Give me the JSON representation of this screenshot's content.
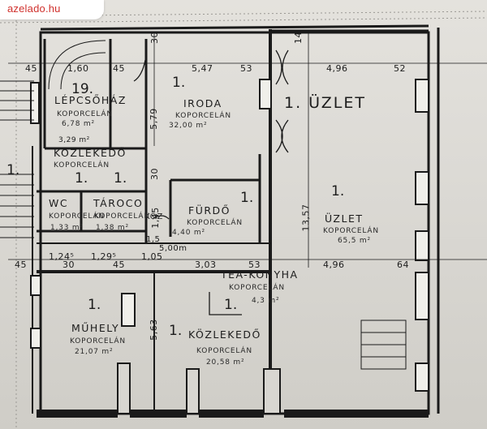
{
  "watermark": "azelado.hu",
  "dims_top": {
    "d45a": "45",
    "d160": "1,60",
    "d45b": "45",
    "d547": "5,47",
    "d53": "53",
    "d496": "4,96",
    "d52": "52"
  },
  "dims_mid": {
    "d45": "45",
    "d124": "1,24⁵",
    "d30": "30",
    "d129": "1,29⁵",
    "d45b": "45",
    "d105": "1,05",
    "d303": "3,03",
    "d53": "53",
    "d496": "4,96",
    "d64": "64"
  },
  "dims_vert": {
    "v14": "14",
    "v579": "5,79",
    "v30a": "30",
    "v30b": "30",
    "v145": "1,45",
    "v1357": "13,57",
    "v563": "5,63"
  },
  "misc": {
    "d329": "3,29 m²",
    "d15": "1,5",
    "d500": "5,00m"
  },
  "rooms": {
    "lepcsohaz": {
      "num": "19.",
      "name": "LÉPCSŐHÁZ",
      "floor": "KOPORCELÁN",
      "area": "6,78 m²"
    },
    "iroda": {
      "num": "1.",
      "name": "IRODA",
      "floor": "KOPORCELÁN",
      "area": "32,00 m²"
    },
    "uzlet_title": "1. ÜZLET",
    "uzlet": {
      "num": "1.",
      "name": "ÜZLET",
      "floor": "KOPORCELÁN",
      "area": "65,5 m²"
    },
    "kozlekedo1": {
      "name": "KÖZLEKEDŐ",
      "floor": "KOPORCELÁN"
    },
    "stair_num": "1.",
    "wc": {
      "num": "1.",
      "name": "WC",
      "floor": "KOPORCELÁN",
      "area": "1,33 m²"
    },
    "taroco": {
      "num": "1.",
      "name": "TÁROCO",
      "floor": "KOPORCELÁN",
      "area": "1,38 m²"
    },
    "koz": {
      "name": "KÖZ"
    },
    "furdo": {
      "num": "1.",
      "name": "FÜRDŐ",
      "floor": "KOPORCELÁN",
      "area": "4,40 m²"
    },
    "tea": {
      "num": "1.",
      "name": "TEA-KONYHA",
      "floor": "KOPORCELÁN",
      "area": "4,3 m²"
    },
    "muhely": {
      "num": "1.",
      "name": "MŰHELY",
      "floor": "KOPORCELÁN",
      "area": "21,07 m²"
    },
    "kozlekedo2": {
      "num": "1.",
      "name": "KÖZLEKEDŐ",
      "floor": "KOPORCELÁN",
      "area": "20,58 m²"
    }
  }
}
